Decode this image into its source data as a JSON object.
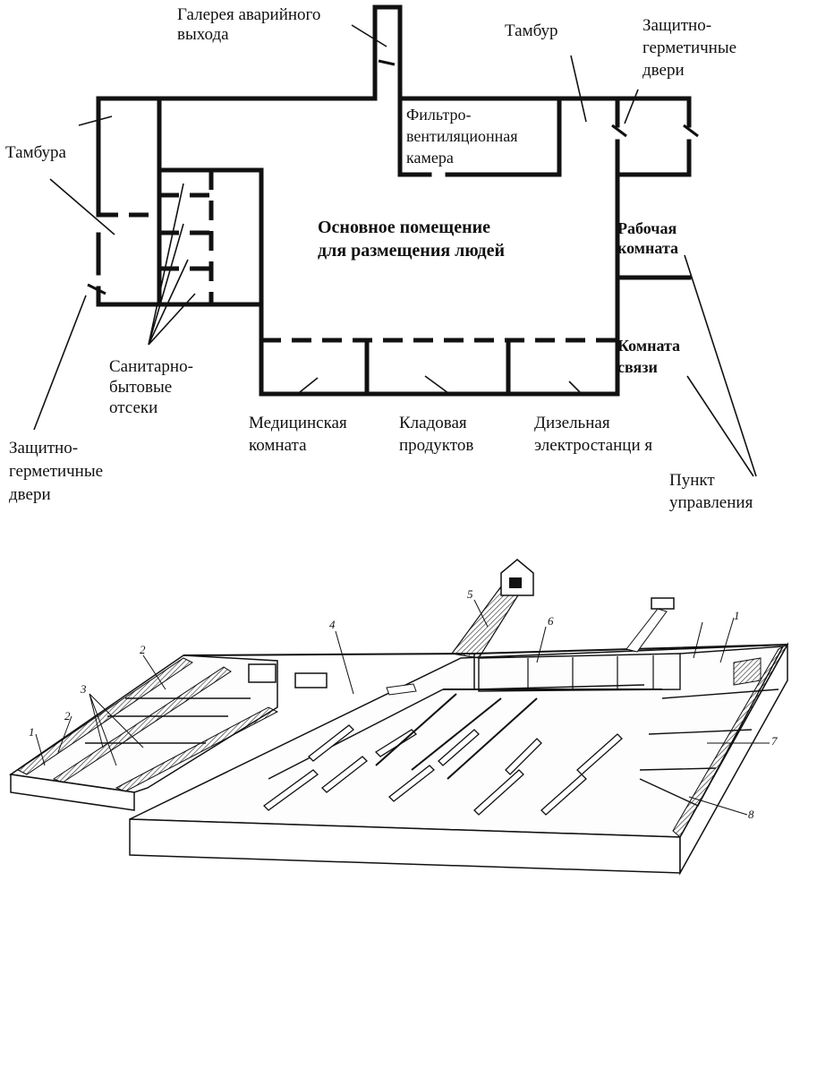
{
  "plan": {
    "emergency_gallery": [
      "Галерея аварийного",
      "выхода"
    ],
    "vestibule_top": "Тамбур",
    "doors_top": [
      "Защитно-",
      "герметичные",
      "двери"
    ],
    "vestibules_left": "Тамбура",
    "filter_chamber": [
      "Фильтро-",
      "вентиляционная",
      "камера"
    ],
    "main_room": [
      "Основное помещение",
      "для размещения людей"
    ],
    "work_room": [
      "Рабочая",
      "комната"
    ],
    "comm_room": [
      "Комната",
      "связи"
    ],
    "sanitary": [
      "Санитарно-",
      "бытовые",
      "отсеки"
    ],
    "medical": [
      "Медицинская",
      "комната"
    ],
    "storage": [
      "Кладовая",
      "продуктов"
    ],
    "diesel": [
      "Дизельная",
      "электростанци я"
    ],
    "doors_bottom": [
      "Защитно-",
      "герметичные",
      "двери"
    ],
    "control_point": [
      "Пункт",
      "управления"
    ]
  },
  "iso": {
    "numbers": [
      "1",
      "2",
      "3",
      "4",
      "5",
      "6",
      "2",
      "1",
      "7",
      "8"
    ]
  }
}
